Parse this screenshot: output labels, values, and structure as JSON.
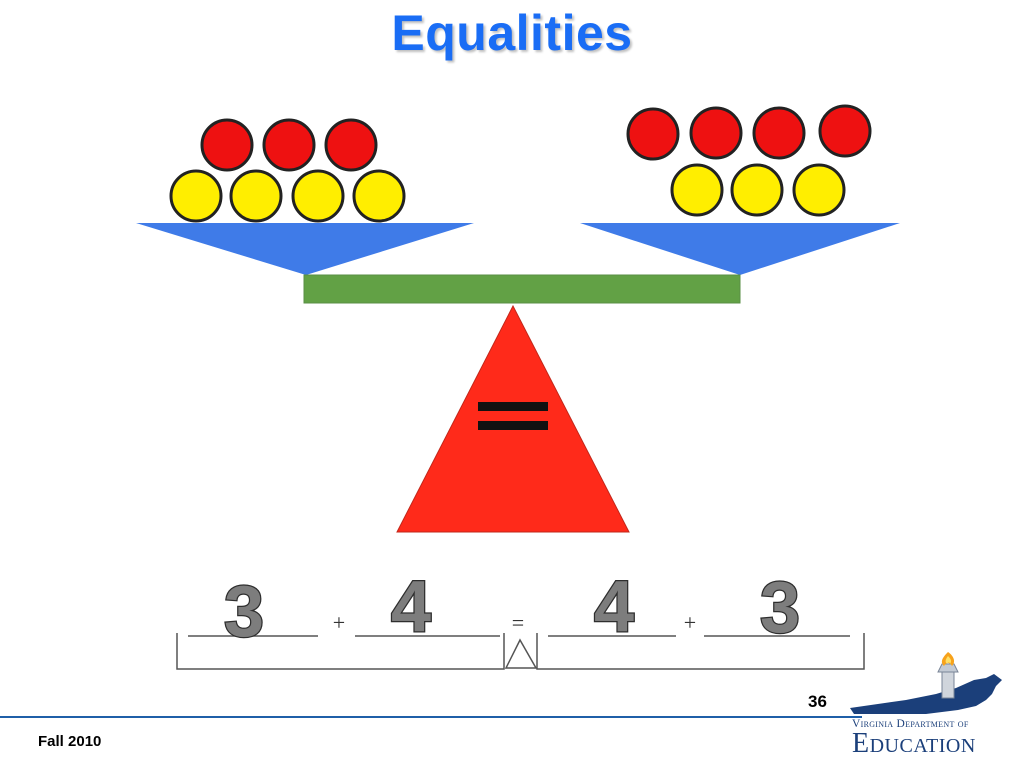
{
  "slide": {
    "title": "Equalities",
    "title_color": "#1a6df5",
    "footer_text": "Fall 2010",
    "page_number": "36"
  },
  "balance": {
    "left_pan": {
      "red_balls": 3,
      "yellow_balls": 4
    },
    "right_pan": {
      "red_balls": 4,
      "yellow_balls": 3
    },
    "fulcrum_symbol": "equals",
    "colors": {
      "red_ball": "#ee1111",
      "yellow_ball": "#ffee00",
      "pan": "#3f7be8",
      "beam": "#62a145",
      "fulcrum": "#ff2a1a"
    }
  },
  "equation": {
    "term1": "3",
    "op1": "+",
    "term2": "4",
    "eq": "=",
    "term3": "4",
    "op2": "+",
    "term4": "3"
  },
  "logo": {
    "line1": "Virginia Department of",
    "line2": "Education",
    "icon": "virginia-state-torch-icon",
    "color": "#1b3f7a"
  }
}
